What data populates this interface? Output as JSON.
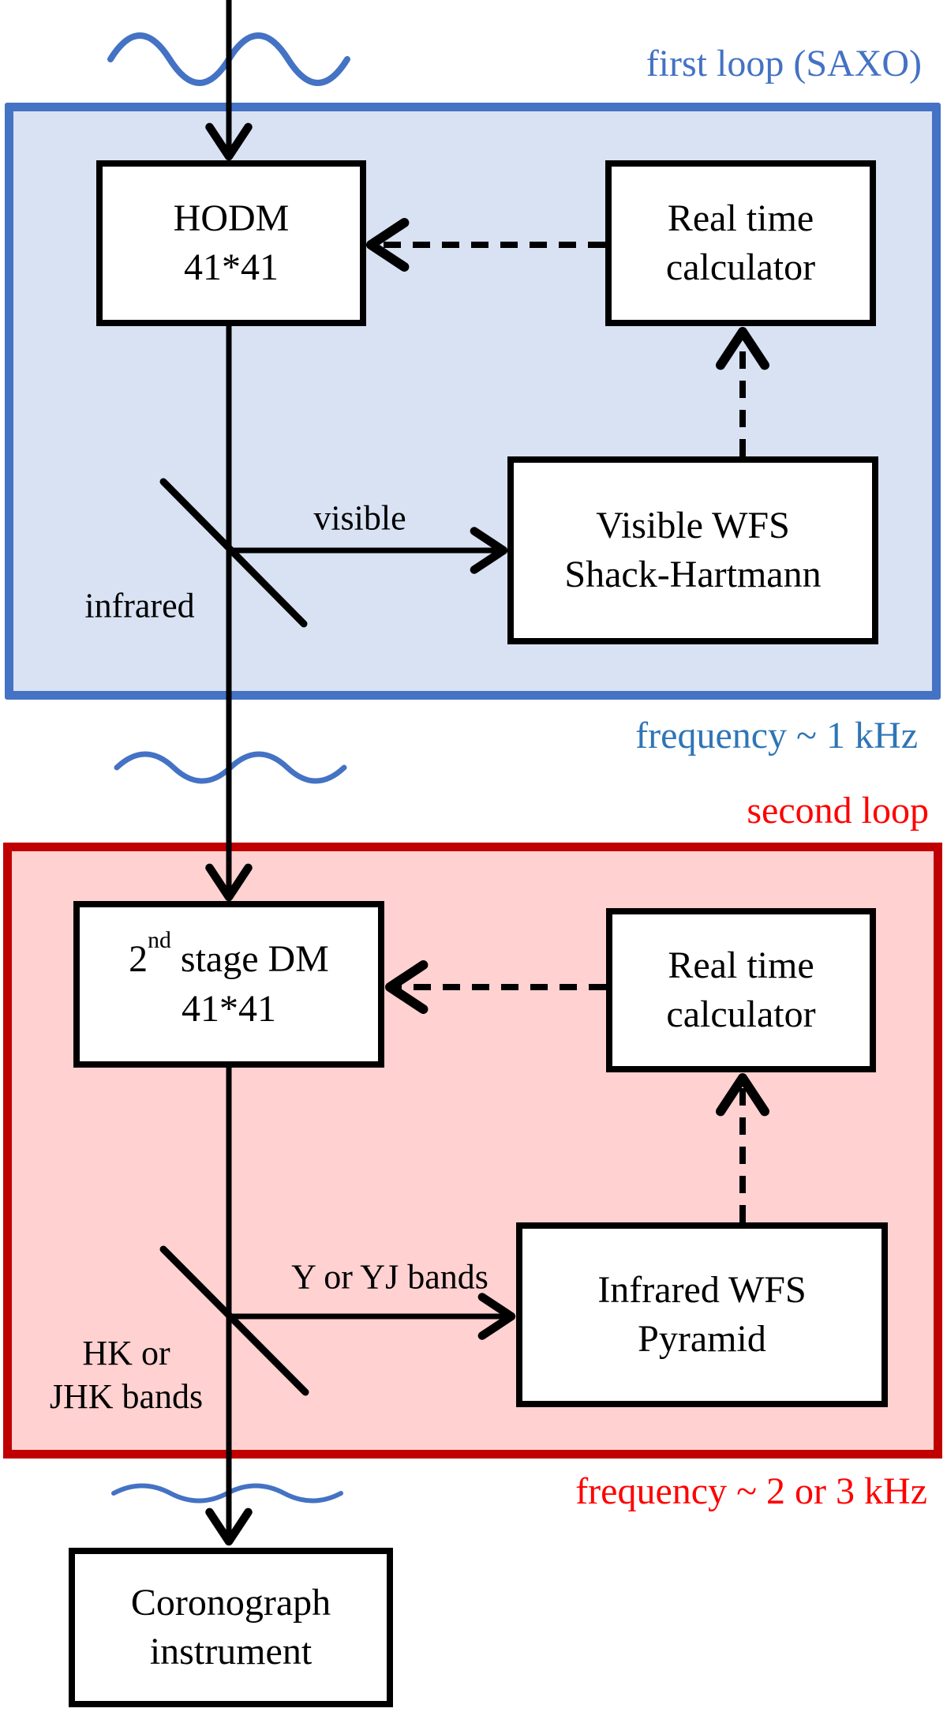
{
  "colors": {
    "ink": "#000000",
    "paper": "#FFFFFF",
    "wave_color": "#4472C4",
    "loop1_border": "#4472C4",
    "loop1_fill": "#D9E2F3",
    "loop1_label": "#4472C4",
    "loop1_freq": "#2E75B6",
    "loop2_border": "#C00000",
    "loop2_fill": "#FFD1D1",
    "loop2_label": "#FF0000"
  },
  "loop1": {
    "label": "first loop (SAXO)",
    "frequency": "frequency ~ 1 kHz",
    "dm_box": {
      "line1": "HODM",
      "line2": "41*41"
    },
    "rtc_box": {
      "line1": "Real time",
      "line2": "calculator"
    },
    "wfs_box": {
      "line1": "Visible WFS",
      "line2": "Shack-Hartmann"
    },
    "reflected_label": "visible",
    "transmitted_label": "infrared"
  },
  "loop2": {
    "label": "second loop",
    "frequency": "frequency ~ 2 or 3 kHz",
    "dm_box": {
      "line1_base": "2",
      "line1_sup": "nd",
      "line1_rest": " stage DM",
      "line2": "41*41"
    },
    "rtc_box": {
      "line1": "Real time",
      "line2": "calculator"
    },
    "wfs_box": {
      "line1": "Infrared WFS",
      "line2": "Pyramid"
    },
    "reflected_label": "Y or YJ bands",
    "transmitted_label_line1": "HK or",
    "transmitted_label_line2": "JHK bands"
  },
  "output_box": {
    "line1": "Coronograph",
    "line2": "instrument"
  }
}
